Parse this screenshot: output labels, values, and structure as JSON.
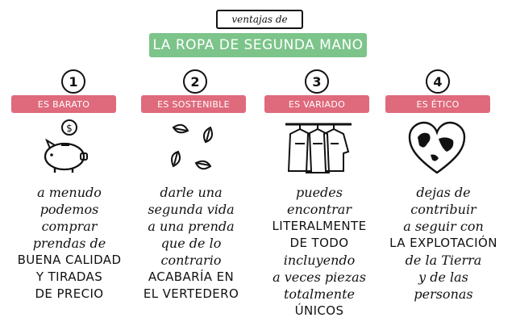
{
  "header": {
    "subtitle": "ventajas de",
    "title": "LA ROPA DE SEGUNDA MANO"
  },
  "colors": {
    "title_bg": "#7cc48a",
    "tag_bg": "#df6a7c"
  },
  "columns": [
    {
      "number": "1",
      "tag": "ES BARATO",
      "icon": "piggy-bank-coin-icon",
      "lines": [
        "a menudo",
        "podemos",
        "comprar",
        "prendas de",
        "BUENA CALIDAD",
        "Y TIRADAS",
        "DE PRECIO"
      ]
    },
    {
      "number": "2",
      "tag": "ES SOSTENIBLE",
      "icon": "recycle-leaves-icon",
      "lines": [
        "darle una",
        "segunda vida",
        "a una prenda",
        "que de lo",
        "contrario",
        "ACABARÍA EN",
        "EL VERTEDERO"
      ]
    },
    {
      "number": "3",
      "tag": "ES VARIADO",
      "icon": "clothes-rack-icon",
      "lines": [
        "puedes",
        "encontrar",
        "LITERALMENTE",
        "DE TODO",
        "incluyendo",
        "a veces piezas",
        "totalmente",
        "ÚNICOS"
      ]
    },
    {
      "number": "4",
      "tag": "ES ÉTICO",
      "icon": "heart-globe-icon",
      "lines": [
        "dejas de",
        "contribuir",
        "a seguir con",
        "LA EXPLOTACIÓN",
        "de la Tierra",
        "y de las",
        "personas"
      ]
    }
  ]
}
